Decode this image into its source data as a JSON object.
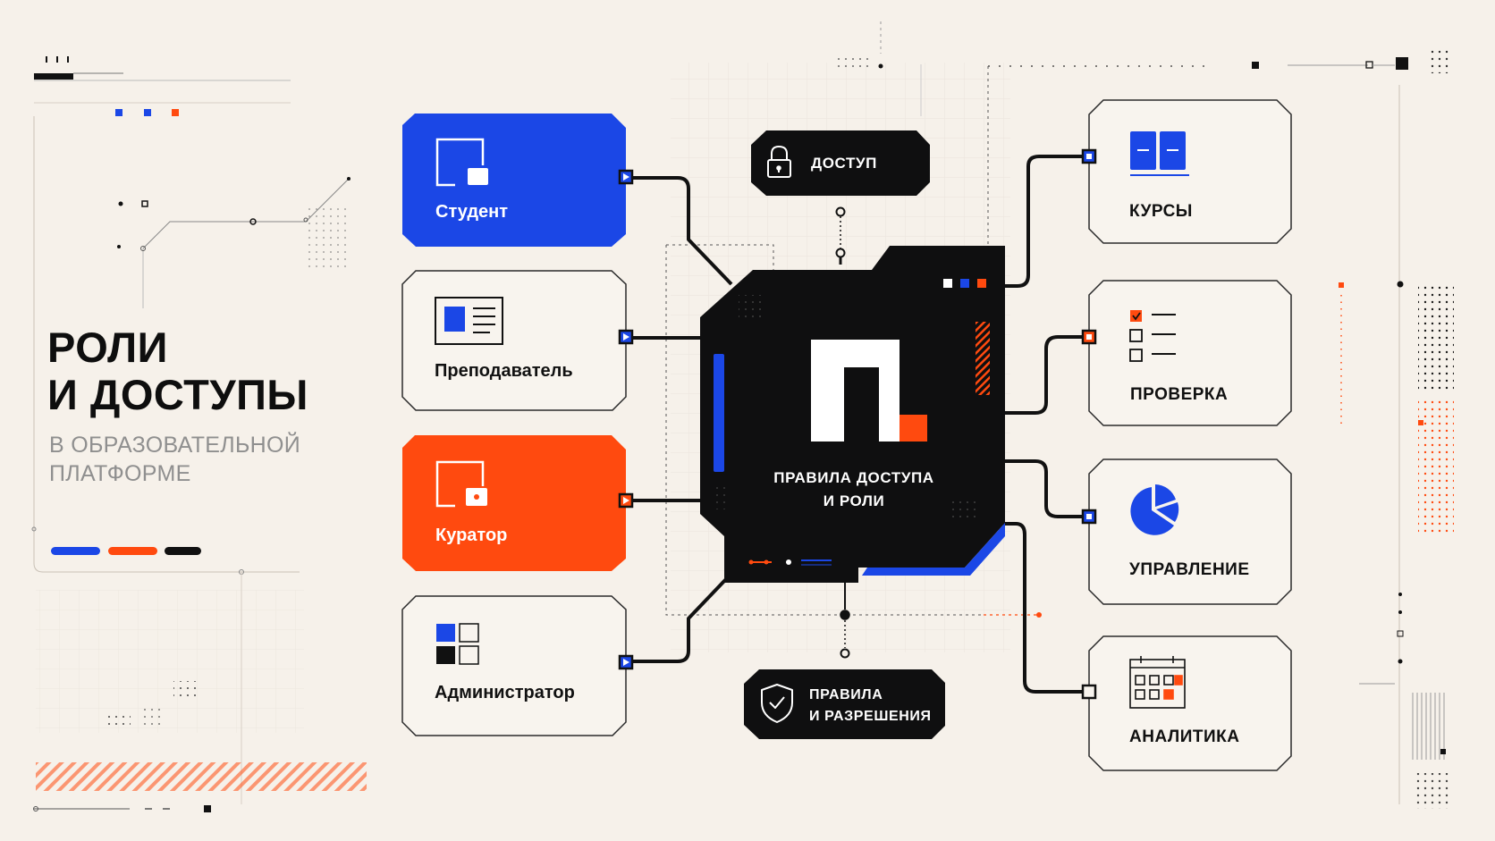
{
  "header": {
    "title_line1": "РОЛИ",
    "title_line2": "И ДОСТУПЫ",
    "subtitle_line1": "В ОБРАЗОВАТЕЛЬНОЙ",
    "subtitle_line2": "ПЛАТФОРМЕ"
  },
  "roles": [
    {
      "label": "Студент",
      "style": "blue",
      "icon": "square-corner-icon"
    },
    {
      "label": "Преподаватель",
      "style": "outline",
      "icon": "book-page-icon"
    },
    {
      "label": "Куратор",
      "style": "orange",
      "icon": "square-corner-icon"
    },
    {
      "label": "Администратор",
      "style": "outline",
      "icon": "grid-squares-icon"
    }
  ],
  "core": {
    "label_line1": "ПРАВИЛА ДОСТУПА",
    "label_line2": "И РОЛИ",
    "logo": "п-logo-icon"
  },
  "access_pill": {
    "label": "ДОСТУП",
    "icon": "lock-icon"
  },
  "rules_pill": {
    "label_line1": "ПРАВИЛА",
    "label_line2": "И РАЗРЕШЕНИЯ",
    "icon": "shield-check-icon"
  },
  "modules": [
    {
      "label": "КУРСЫ",
      "icon": "open-book-icon"
    },
    {
      "label": "ПРОВЕРКА",
      "icon": "checklist-icon"
    },
    {
      "label": "УПРАВЛЕНИЕ",
      "icon": "pie-chart-icon"
    },
    {
      "label": "АНАЛИТИКА",
      "icon": "calendar-grid-icon"
    }
  ],
  "colors": {
    "background": "#f6f1ea",
    "blue": "#1b47e6",
    "orange": "#ff4a0f",
    "black": "#0f0f10",
    "outline": "#2a2a2a"
  }
}
